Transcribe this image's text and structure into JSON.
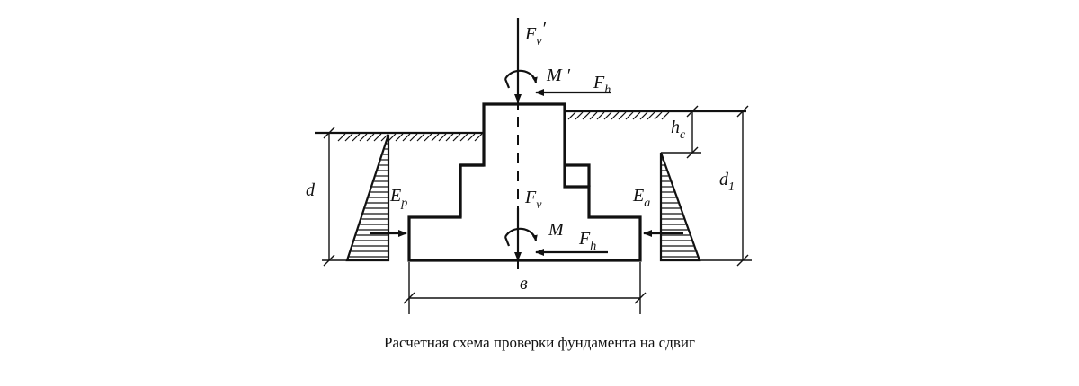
{
  "labels": {
    "fv_top": "F",
    "fv_top_sub": "v",
    "fv_top_prime": "′",
    "m_top": "M ′",
    "fh_top": "F",
    "fh_top_sub": "h",
    "fv_mid": "F",
    "fv_mid_sub": "v",
    "m_mid": "M",
    "fh_mid": "F",
    "fh_mid_sub": "h",
    "ep": "E",
    "ep_sub": "p",
    "ea": "E",
    "ea_sub": "a",
    "d": "d",
    "d1": "d",
    "d1_sub": "1",
    "hc": "h",
    "hc_sub": "c",
    "b": "в"
  },
  "caption": "Расчетная схема проверки фундамента на сдвиг"
}
